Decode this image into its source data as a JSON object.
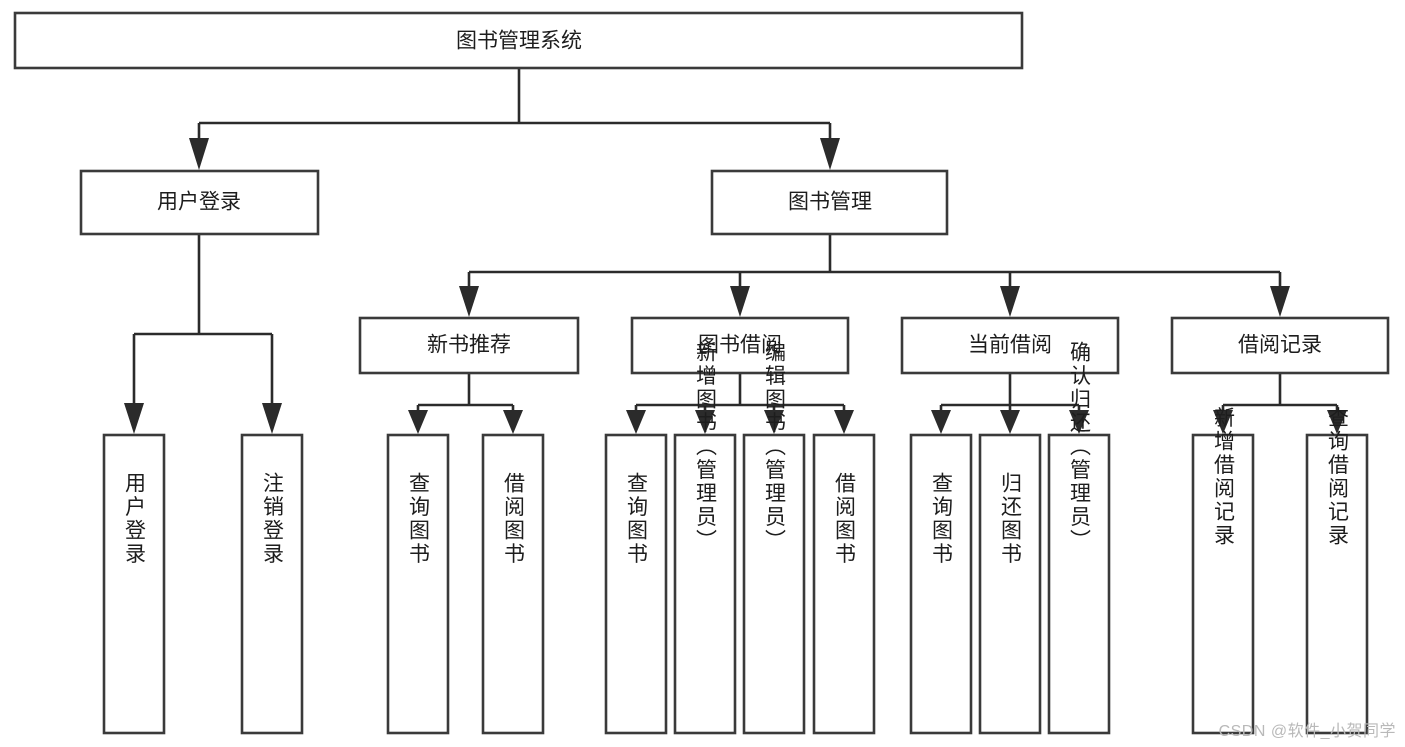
{
  "diagram": {
    "type": "tree",
    "title": "图书管理系统",
    "orientation": "top-down",
    "background_color": "#ffffff",
    "box_stroke_color": "#3a3a3a",
    "connector_color": "#2b2b2b",
    "text_color": "#1d1d1d",
    "root": {
      "label": "图书管理系统",
      "id": "root"
    },
    "level2": [
      {
        "id": "user-login",
        "label": "用户登录"
      },
      {
        "id": "book-manage",
        "label": "图书管理"
      }
    ],
    "level3": [
      {
        "id": "new-book-recommend",
        "label": "新书推荐",
        "parent": "book-manage"
      },
      {
        "id": "book-borrow",
        "label": "图书借阅",
        "parent": "book-manage"
      },
      {
        "id": "current-borrow",
        "label": "当前借阅",
        "parent": "book-manage"
      },
      {
        "id": "borrow-record",
        "label": "借阅记录",
        "parent": "book-manage"
      }
    ],
    "leaves": [
      {
        "id": "leaf-user-login",
        "label": "用户登录",
        "parent": "user-login"
      },
      {
        "id": "leaf-logout",
        "label": "注销登录",
        "parent": "user-login"
      },
      {
        "id": "leaf-query-book-1",
        "label": "查询图书",
        "parent": "new-book-recommend"
      },
      {
        "id": "leaf-borrow-book-1",
        "label": "借阅图书",
        "parent": "new-book-recommend"
      },
      {
        "id": "leaf-query-book-2",
        "label": "查询图书",
        "parent": "book-borrow"
      },
      {
        "id": "leaf-add-book",
        "label": "新增图书（管理员）",
        "parent": "book-borrow"
      },
      {
        "id": "leaf-edit-book",
        "label": "编辑图书（管理员）",
        "parent": "book-borrow"
      },
      {
        "id": "leaf-borrow-book-2",
        "label": "借阅图书",
        "parent": "book-borrow"
      },
      {
        "id": "leaf-query-book-3",
        "label": "查询图书",
        "parent": "current-borrow"
      },
      {
        "id": "leaf-return-book",
        "label": "归还图书",
        "parent": "current-borrow"
      },
      {
        "id": "leaf-confirm-return",
        "label": "确认归还（管理员）",
        "parent": "current-borrow"
      },
      {
        "id": "leaf-add-record",
        "label": "新增借阅记录",
        "parent": "borrow-record"
      },
      {
        "id": "leaf-query-record",
        "label": "查询借阅记录",
        "parent": "borrow-record"
      }
    ]
  },
  "watermark": {
    "text": "CSDN @软件_小贺同学"
  }
}
